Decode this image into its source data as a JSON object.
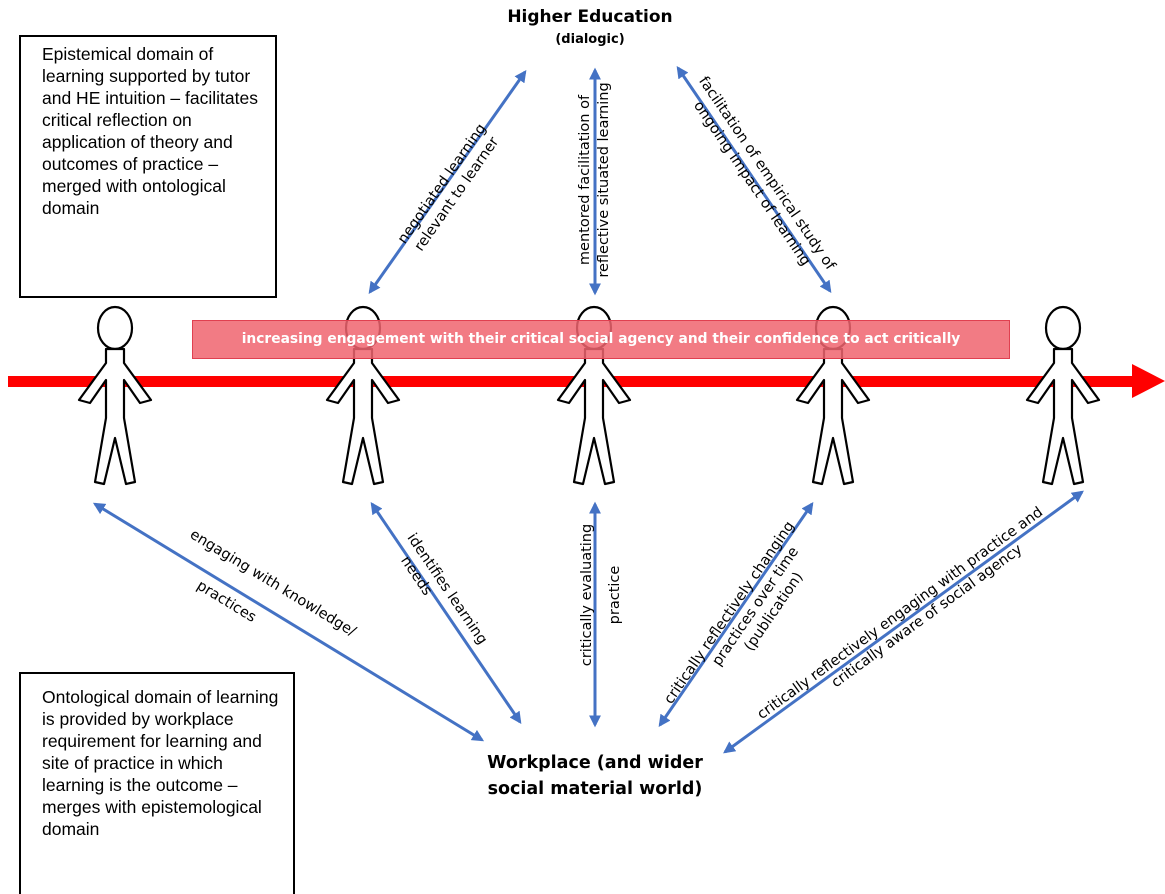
{
  "higher_education": {
    "title": "Higher Education",
    "subtitle": "(dialogic)"
  },
  "workplace": {
    "title": "Workplace (and wider social material world)"
  },
  "epistemic_box": "Epistemical domain of learning supported by tutor and HE intuition – facilitates critical reflection on application of theory and outcomes of practice – merged with ontological domain",
  "ontological_box": "Ontological domain of learning is provided by workplace requirement for learning and site of practice in which learning is the outcome – merges with epistemological domain",
  "banner": "increasing engagement with their critical social agency and their confidence to act critically",
  "upper_labels": {
    "a1": "negotiated learning",
    "a2": "relevant to learner",
    "b1": "mentored facilitation of",
    "b2": "reflective situated learning",
    "c1": "facilitation of empirical study of",
    "c2": "ongoing impact of learning"
  },
  "lower_labels": {
    "a1": "engaging with knowledge/",
    "a2": "practices",
    "b1": "identifies learning",
    "b2": "needs",
    "c1": "critically evaluating",
    "c2": "practice",
    "d1": "critically reflectively changing",
    "d2": "practices over time",
    "d3": "(publication)",
    "e1": "critically reflectively engaging with practice and",
    "e2": "critically aware of social agency"
  },
  "colors": {
    "arrow_blue": "#4472c4",
    "timeline_red": "#ff0000",
    "banner_fill": "#f0646e"
  }
}
